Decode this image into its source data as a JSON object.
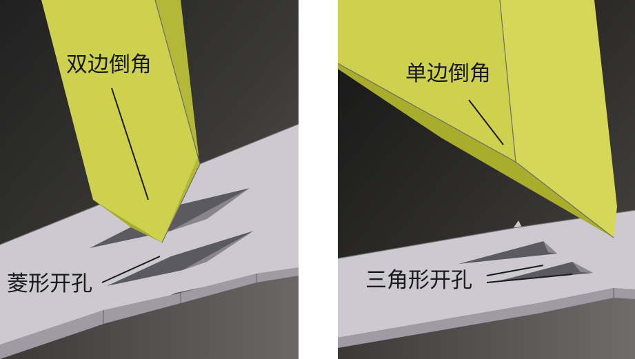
{
  "left_panel": {
    "tool_label": "双边倒角",
    "hole_label": "菱形开孔"
  },
  "right_panel": {
    "tool_label": "单边倒角",
    "hole_label": "三角形开孔"
  },
  "colors": {
    "tool_face": "#cdd14e",
    "tool_shadow": "#a9ad2c",
    "sheet_top": "#ccc9d0",
    "sheet_edge": "#9f9ba5",
    "background_dark": "#2b2a28"
  }
}
